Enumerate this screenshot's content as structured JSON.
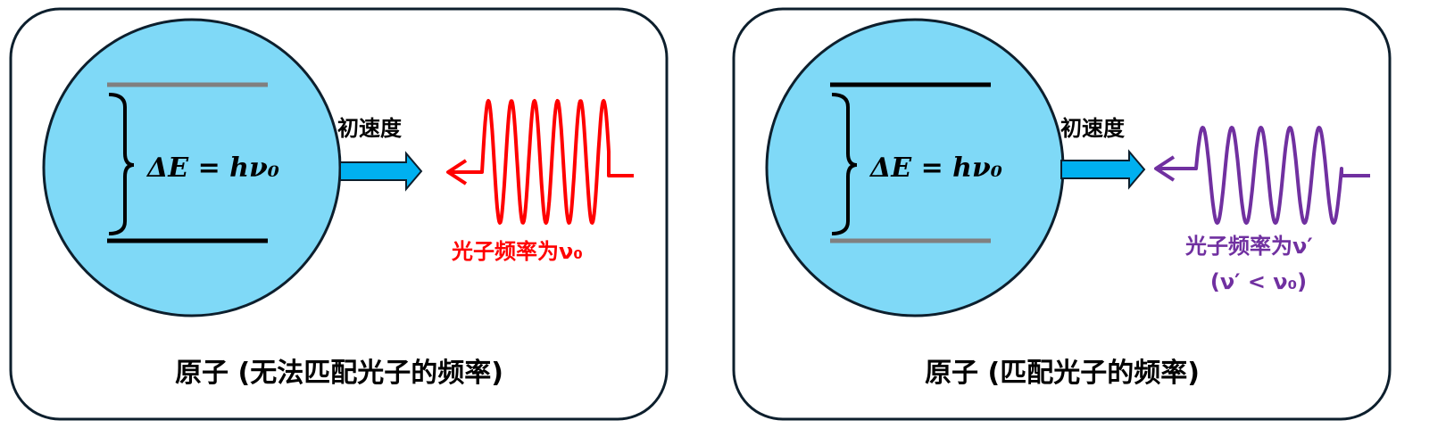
{
  "colors": {
    "atom_fill": "#7fd9f7",
    "panel_stroke": "#0d1f2d",
    "arrow_fill": "#00b0f0",
    "wave_left": "#ff0000",
    "wave_right": "#7030a0",
    "level_grey": "#808080"
  },
  "panels": [
    {
      "energy_label": "ΔE = hν₀",
      "velocity_label": "初速度",
      "photon_label": "光子频率为ν₀",
      "photon_note": "",
      "caption": "原子 (无法匹配光子的频率)",
      "wave_cycles": 5.5,
      "upper_level": "grey",
      "lower_level": "black"
    },
    {
      "energy_label": "ΔE = hν₀",
      "velocity_label": "初速度",
      "photon_label": "光子频率为ν′",
      "photon_note": "(ν′ < ν₀)",
      "caption": "原子 (匹配光子的频率)",
      "wave_cycles": 5.5,
      "upper_level": "black",
      "lower_level": "grey"
    }
  ]
}
